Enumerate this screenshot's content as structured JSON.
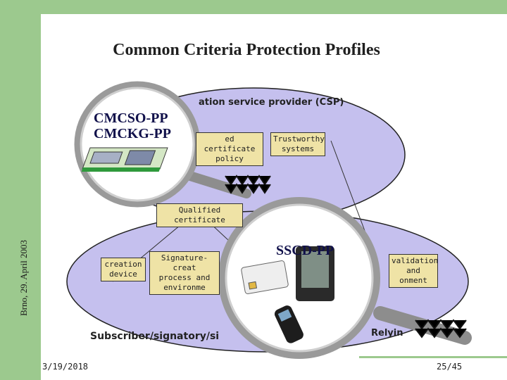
{
  "title": "Common Criteria Protection Profiles",
  "side_date": "Brno, 29. April 2003",
  "footer": {
    "date": "3/19/2018",
    "page": "25/45"
  },
  "diagram": {
    "csp_label": "ation service provider (CSP)",
    "cert_policy_label": "ed certificate\npolicy",
    "trustworthy_label": "Trustworthy\nsystems",
    "qualified_cert_label": "Qualified certificate",
    "creation_device_label": "creation\ndevice",
    "sig_creation_label": "Signature-creat\nprocess and\nenvironme",
    "validation_label": "validation\nand\nonment",
    "subscriber_label": "Subscriber/signatory/si",
    "relying_label": "Relyin"
  },
  "overlays": {
    "cmcso": "CMCSO-PP",
    "cmckg": "CMCKG-PP",
    "sscd": "SSCD-PP"
  }
}
